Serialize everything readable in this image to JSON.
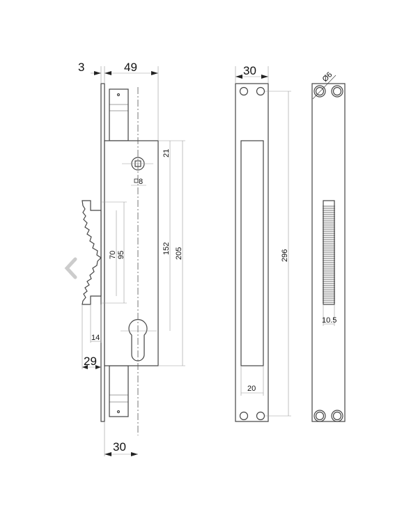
{
  "drawing": {
    "lock_body": {
      "faceplate_thickness": "3",
      "backset_width": "49",
      "spindle_offset": "21",
      "spindle_square": "8",
      "latch_inner": "70",
      "latch_outer": "95",
      "spindle_to_cylinder": "152",
      "body_height": "205",
      "latch_step": "14",
      "latch_projection": "29",
      "cylinder_backset": "30"
    },
    "strike_plate": {
      "width": "30",
      "hole_spacing": "296",
      "slot_width": "20"
    },
    "rear_plate": {
      "hole_diameter": "Ø6",
      "gear_width": "10.5"
    }
  },
  "nav": {
    "prev_icon": "chevron-left-icon"
  },
  "colors": {
    "line": "#444444",
    "dimension": "#999999"
  }
}
